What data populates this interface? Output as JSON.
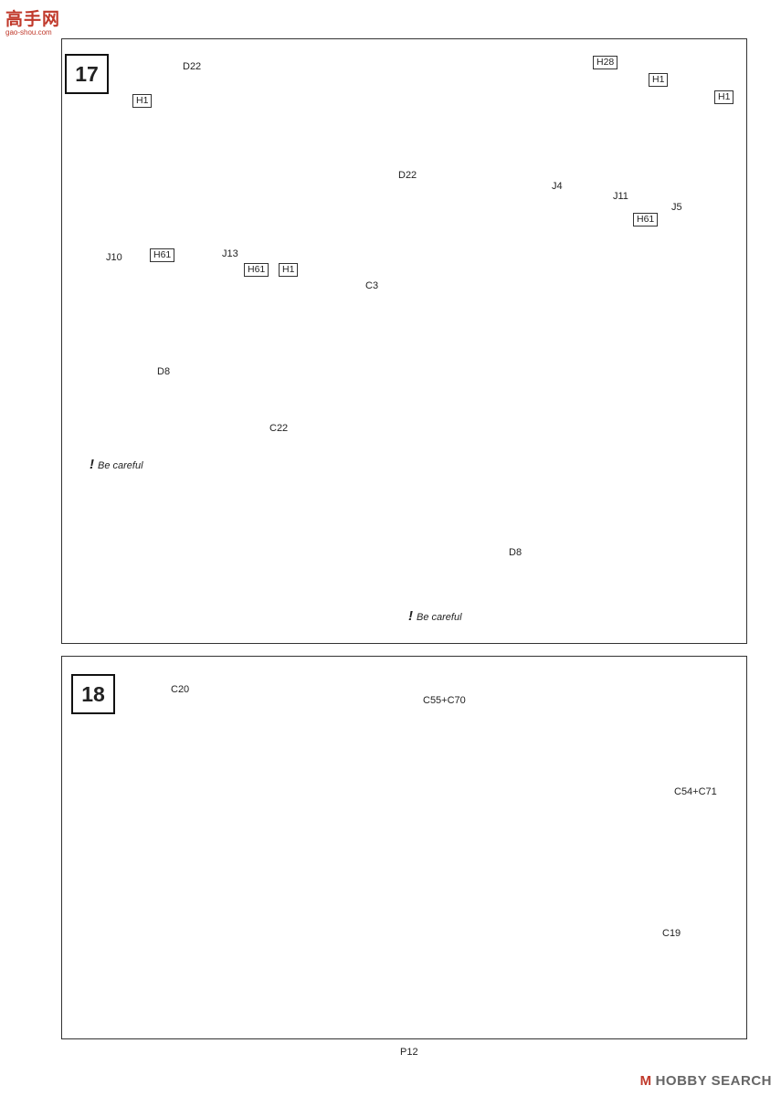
{
  "watermark_top": {
    "chars": "高手网",
    "url": "gao-shou.com"
  },
  "watermark_bottom": {
    "mark": "M",
    "text": "HOBBY SEARCH"
  },
  "page_number": "P12",
  "step17": {
    "number": "17",
    "labels": {
      "D22_top": "D22",
      "H1_a": "H1",
      "D22_right": "D22",
      "J10": "J10",
      "H61_a": "H61",
      "J13": "J13",
      "H61_b": "H61",
      "H1_b": "H1",
      "H28": "H28",
      "H1_c": "H1",
      "H1_d": "H1",
      "J4": "J4",
      "J11": "J11",
      "H61_c": "H61",
      "J5": "J5",
      "C3": "C3",
      "D8_a": "D8",
      "C22": "C22",
      "D8_b": "D8"
    },
    "warnings": [
      "Be careful",
      "Be careful"
    ],
    "warning_mark": "!"
  },
  "step18": {
    "number": "18",
    "labels": {
      "C20": "C20",
      "C55_C70": "C55+C70",
      "C54_C71": "C54+C71",
      "C19": "C19"
    }
  }
}
